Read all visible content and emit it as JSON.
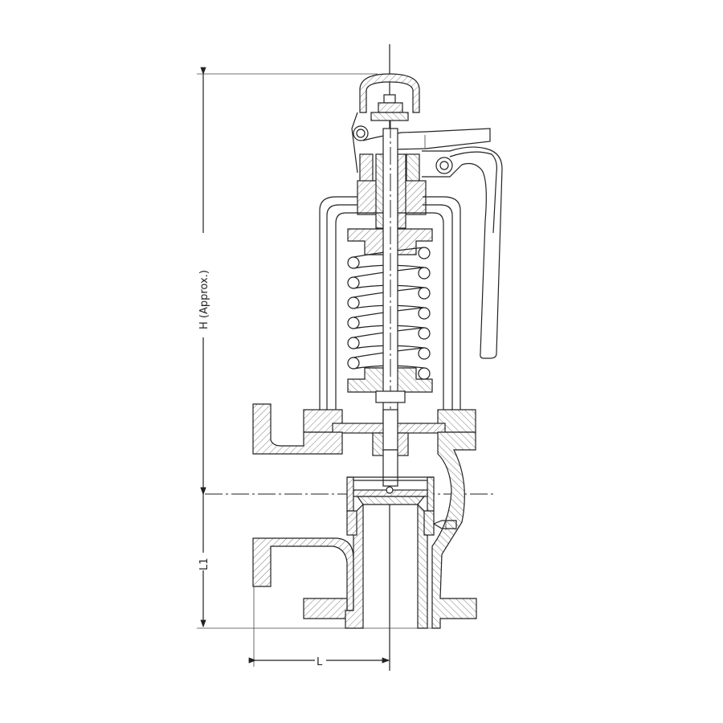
{
  "drawing": {
    "title": "Safety relief valve with lifting lever – sectional view",
    "dimensions": {
      "height_label": "H (Approx.)",
      "inlet_height_label": "L1",
      "outlet_length_label": "L"
    }
  }
}
